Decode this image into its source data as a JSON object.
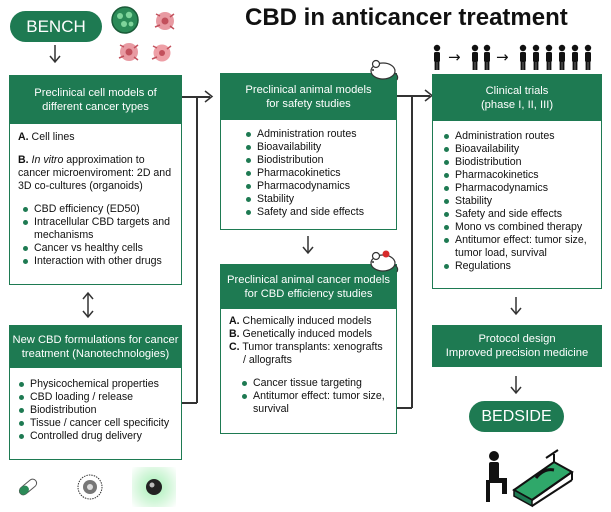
{
  "title": "CBD in anticancer treatment",
  "bench_label": "BENCH",
  "bedside_label": "BEDSIDE",
  "box_cell": {
    "header": [
      "Preclinical cell models of",
      "different cancer types"
    ],
    "a_label": "A.",
    "a_text": "Cell lines",
    "b_label": "B.",
    "b_italic": "In vitro",
    "b_text": " approximation to cancer microenviroment: 2D and 3D co-cultures (organoids)",
    "bullets": [
      "CBD efficiency (ED50)",
      "Intracellular CBD targets and mechanisms",
      "Cancer vs healthy cells",
      "Interaction with other drugs"
    ]
  },
  "box_nano": {
    "header": [
      "New CBD formulations for cancer",
      "treatment (Nanotechnologies)"
    ],
    "bullets": [
      "Physicochemical properties",
      "CBD loading / release",
      "Biodistribution",
      "Tissue / cancer cell specificity",
      "Controlled drug delivery"
    ]
  },
  "box_safety": {
    "header": [
      "Preclinical animal models",
      "for safety studies"
    ],
    "bullets": [
      "Administration routes",
      "Bioavailability",
      "Biodistribution",
      "Pharmacokinetics",
      "Pharmacodynamics",
      "Stability",
      "Safety and side effects"
    ]
  },
  "box_efficiency": {
    "header": [
      "Preclinical animal cancer models",
      "for CBD efficiency studies"
    ],
    "items": [
      {
        "label": "A.",
        "text": "Chemically induced models"
      },
      {
        "label": "B.",
        "text": "Genetically induced models"
      },
      {
        "label": "C.",
        "text": "Tumor transplants: xenografts / allografts"
      }
    ],
    "bullets": [
      "Cancer tissue targeting",
      "Antitumor effect: tumor size, survival"
    ]
  },
  "box_clinical": {
    "header": [
      "Clinical trials",
      "(phase I, II, III)"
    ],
    "bullets": [
      "Administration routes",
      "Bioavailability",
      "Biodistribution",
      "Pharmacokinetics",
      "Pharmacodynamics",
      "Stability",
      "Safety and side effects",
      "Mono vs combined therapy",
      "Antitumor effect: tumor size, tumor load, survival",
      "Regulations"
    ]
  },
  "box_protocol": {
    "lines": [
      "Protocol design",
      "Improved precision medicine"
    ]
  },
  "colors": {
    "accent": "#1e7a52",
    "text": "#111111",
    "arrow": "#333333"
  },
  "icons": [
    "cell-culture-dish-icon",
    "cancer-cell-icon",
    "mouse-icon",
    "person-icon",
    "capsule-icon",
    "nanoparticle-icon",
    "glowing-nanoparticle-icon",
    "patient-in-bed-icon"
  ]
}
